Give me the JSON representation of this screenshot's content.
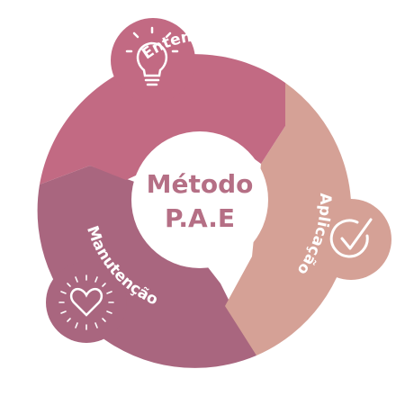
{
  "diagram": {
    "center": {
      "line1": "Método",
      "line2": "P.A.E",
      "text_color": "#b56f85",
      "fill": "#ffffff"
    },
    "segments": [
      {
        "label": "Entendimento",
        "color": "#c26a83",
        "icon": "light-bulb-icon"
      },
      {
        "label": "Aplicação",
        "color": "#d5a196",
        "icon": "check-circle-icon"
      },
      {
        "label": "Manutenção",
        "color": "#a9667f",
        "icon": "heart-icon"
      }
    ]
  }
}
